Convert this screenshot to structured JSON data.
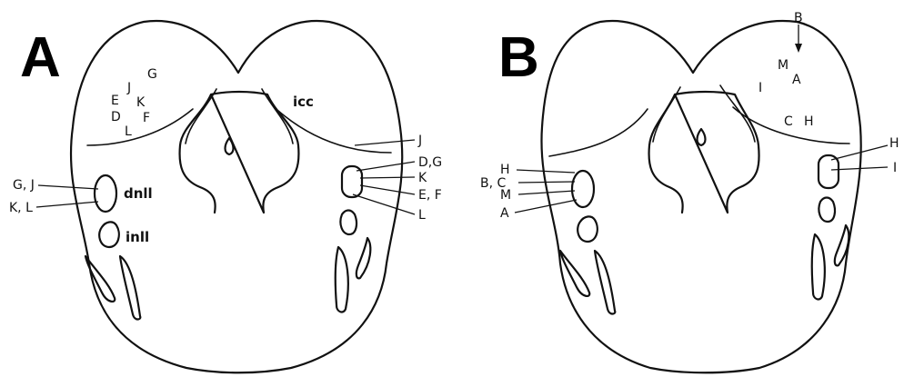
{
  "panels": {
    "a": {
      "letter": "A",
      "dorsal_points": [
        "G",
        "J",
        "E",
        "K",
        "D",
        "F",
        "L"
      ],
      "region_labels": {
        "icc": "icc",
        "dnll": "dnll",
        "inll": "inll"
      },
      "left_leaders": [
        "G, J",
        "K, L"
      ],
      "right_leaders": [
        "J",
        "D,G",
        "K",
        "E, F",
        "L"
      ]
    },
    "b": {
      "letter": "B",
      "top_arrow": "B",
      "dorsal_points": [
        "M",
        "A",
        "I",
        "C",
        "H"
      ],
      "left_leaders": [
        "H",
        "B, C",
        "M",
        "A"
      ],
      "right_leaders": [
        "H",
        "I"
      ]
    }
  }
}
